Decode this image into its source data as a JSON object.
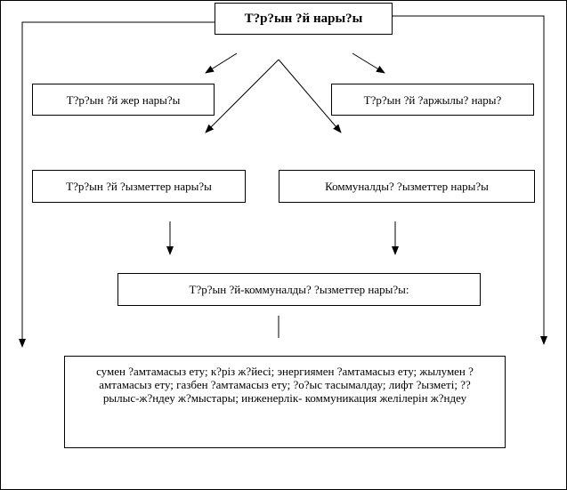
{
  "diagram": {
    "root": "Т?р?ын ?й нары?ы",
    "left_top": "Т?р?ын ?й жер нары?ы",
    "right_top": "Т?р?ын ?й ?аржылы? нары?",
    "left_mid": "Т?р?ын ?й ?ызметтер нары?ы",
    "right_mid": "Коммуналды? ?ызметтер нары?ы",
    "combined": "Т?р?ын ?й-коммуналды? ?ызметтер нары?ы:",
    "services": "сумен ?амтамасыз ету; к?різ ж?йесі; энергиямен ?амтамасыз ету; жылумен ?амтамасыз ету; газбен ?амтамасыз ету; ?о?ыс тасымалдау; лифт ?ызметі; ??рылыс-ж?ндеу ж?мыстары; инженерлік- коммуникация желілерін ж?ндеу"
  }
}
